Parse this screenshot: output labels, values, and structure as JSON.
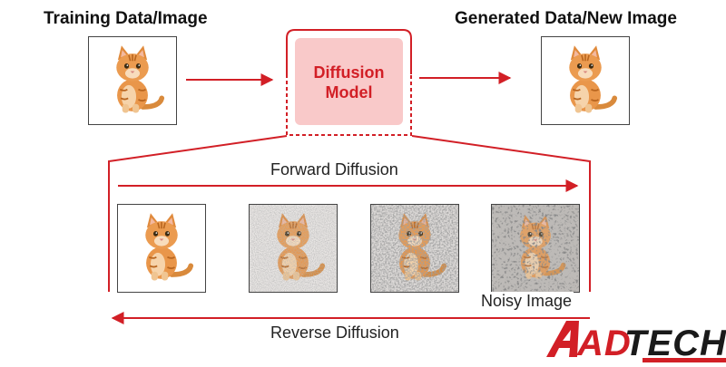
{
  "top": {
    "input_title": "Training Data/Image",
    "output_title": "Generated Data/New Image"
  },
  "model": {
    "line1": "Diffusion",
    "line2": "Model"
  },
  "process": {
    "forward_label": "Forward Diffusion",
    "reverse_label": "Reverse Diffusion",
    "noisy_label": "Noisy Image",
    "noise_levels": [
      0,
      0.35,
      0.65,
      1.0
    ]
  },
  "brand": {
    "logo_left": "AD",
    "logo_right": "TECH",
    "accent": "#d21f26",
    "model_fill": "#f9c9c9"
  },
  "icons": {
    "cat": "cat-icon",
    "arrow": "arrow-right-icon"
  }
}
